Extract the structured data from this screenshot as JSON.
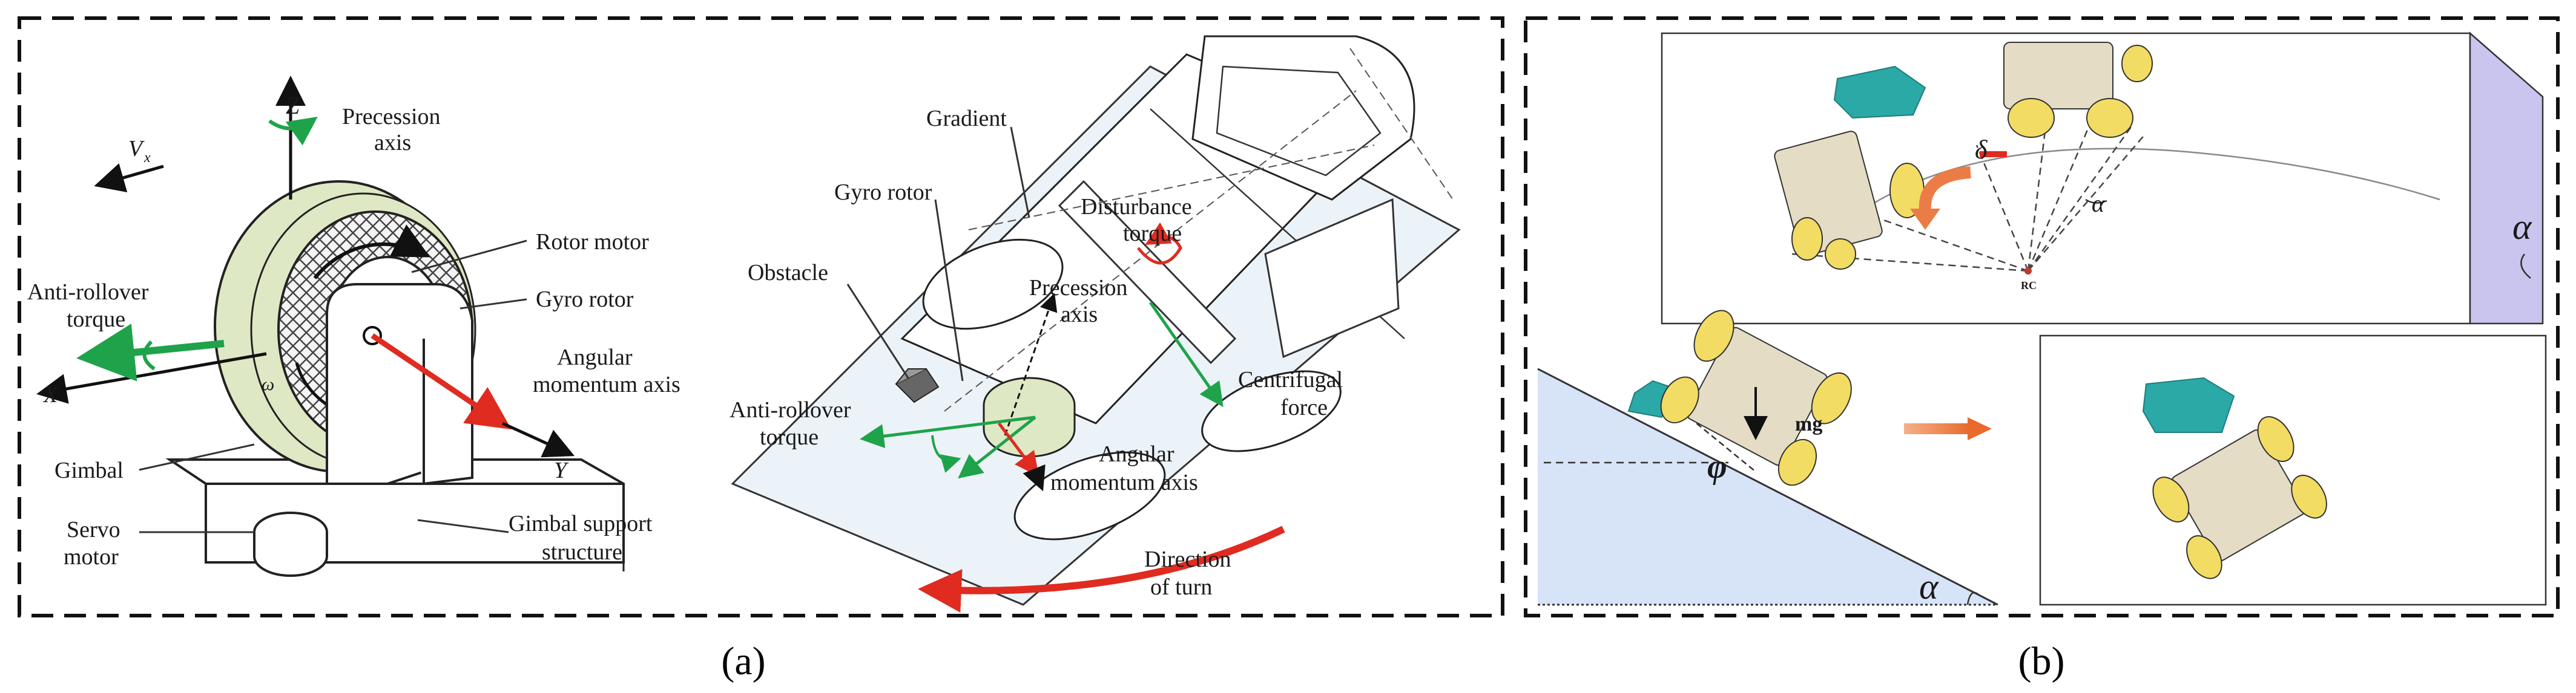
{
  "panel_a": {
    "caption": "(a)",
    "gyro": {
      "axis_z": "Z",
      "axis_x": "X",
      "axis_y": "Y",
      "velocity_v": "V",
      "velocity_sub": "x",
      "omega": "ω",
      "precession_l1": "Precession",
      "precession_l2": "axis",
      "rotor_motor": "Rotor motor",
      "gyro_rotor": "Gyro rotor",
      "anti_rollover_l1": "Anti-rollover",
      "anti_rollover_l2": "torque",
      "angular_l1": "Angular",
      "angular_l2": "momentum axis",
      "gimbal": "Gimbal",
      "servo_l1": "Servo",
      "servo_l2": "motor",
      "support_l1": "Gimbal support",
      "support_l2": "structure"
    },
    "vehicle": {
      "gradient": "Gradient",
      "gyro_rotor": "Gyro rotor",
      "obstacle": "Obstacle",
      "disturbance_l1": "Disturbance",
      "disturbance_l2": "torque",
      "precession_l1": "Precession",
      "precession_l2": "axis",
      "centrifugal_l1": "Centrifugal",
      "centrifugal_l2": "force",
      "anti_rollover_l1": "Anti-rollover",
      "anti_rollover_l2": "torque",
      "angular_l1": "Angular",
      "angular_l2": "momentum axis",
      "direction_l1": "Direction",
      "direction_l2": "of turn"
    }
  },
  "panel_b": {
    "caption": "(b)",
    "top": {
      "delta": "δ",
      "alpha_inner": "α",
      "alpha_wedge": "α",
      "rc": "RC"
    },
    "slope": {
      "phi": "φ",
      "mg": "mg",
      "alpha": "α"
    }
  },
  "colors": {
    "green_arrow": "#1fa34a",
    "red_arrow": "#e02b20",
    "rotor_green": "#dfe8c4",
    "teal_obstacle": "#2aa9a7",
    "slope_blue": "#d7e3f7",
    "wedge_purple": "#b8b3e6",
    "vehicle_yellow": "#f3dc63",
    "vehicle_body": "#e5dcc6",
    "orange_arrow": "#ec7c45"
  }
}
